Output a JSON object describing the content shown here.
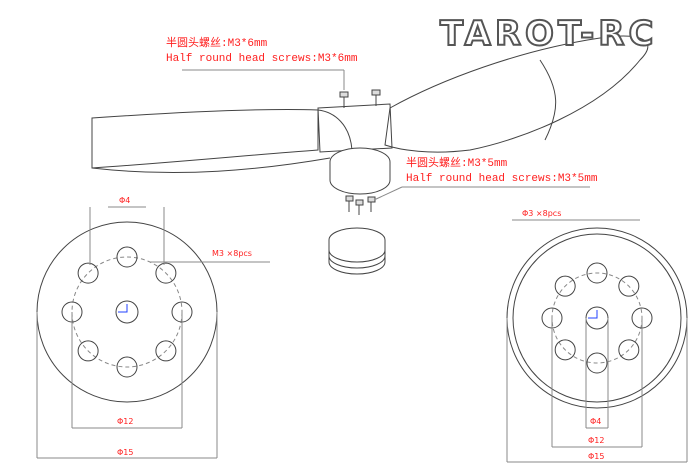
{
  "logo": "TAROT-RC",
  "notes": {
    "top_cn": "半圆头螺丝:M3*6mm",
    "top_en": "Half round head screws:M3*6mm",
    "mid_cn": "半圆头螺丝:M3*5mm",
    "mid_en": "Half round head screws:M3*5mm"
  },
  "left_view": {
    "hole_dia": "Φ4",
    "screws": "M3 ×8pcs",
    "pcd": "Φ12",
    "outer": "Φ15"
  },
  "right_view": {
    "screws": "Φ3 ×8pcs",
    "hole_dia": "Φ4",
    "pcd": "Φ12",
    "outer": "Φ15"
  },
  "colors": {
    "annotation": "#ff2020",
    "line": "#444444",
    "dim_line": "#888888"
  }
}
